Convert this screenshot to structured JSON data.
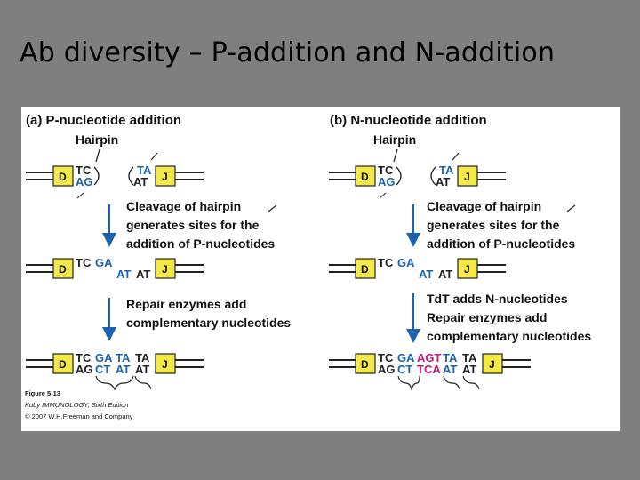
{
  "slide": {
    "title": "Ab diversity – P-addition and N-addition"
  },
  "panel_a": {
    "heading_tag": "(a)",
    "heading": "P-nucleotide addition",
    "hairpin": "Hairpin",
    "step1": [
      "Cleavage of hairpin",
      "generates sites for the",
      "addition of P-nucleotides"
    ],
    "step2": [
      "Repair enzymes add",
      "complementary nucleotides"
    ]
  },
  "panel_b": {
    "heading_tag": "(b)",
    "heading": "N-nucleotide addition",
    "hairpin": "Hairpin",
    "step1": [
      "Cleavage of hairpin",
      "generates sites for the",
      "addition of P-nucleotides"
    ],
    "step2": [
      "TdT adds N-nucleotides",
      "Repair enzymes add",
      "complementary nucleotides"
    ]
  },
  "segments": {
    "d": "D",
    "j": "J"
  },
  "seq": {
    "tc": "TC",
    "ag": "AG",
    "ta": "TA",
    "at": "AT",
    "ga": "GA",
    "ct": "CT",
    "n_top": "AGT",
    "n_bottom": "TCA"
  },
  "caption": {
    "figure": "Figure 5-13",
    "book": "Kuby IMMUNOLOGY, Sixth Edition",
    "copyright": "© 2007 W.H.Freeman and Company"
  },
  "colors": {
    "segment_fill": "#f3e94a",
    "p_nucleotide": "#1b63b0",
    "n_nucleotide": "#c2187e",
    "background": "#7f7f7f"
  }
}
